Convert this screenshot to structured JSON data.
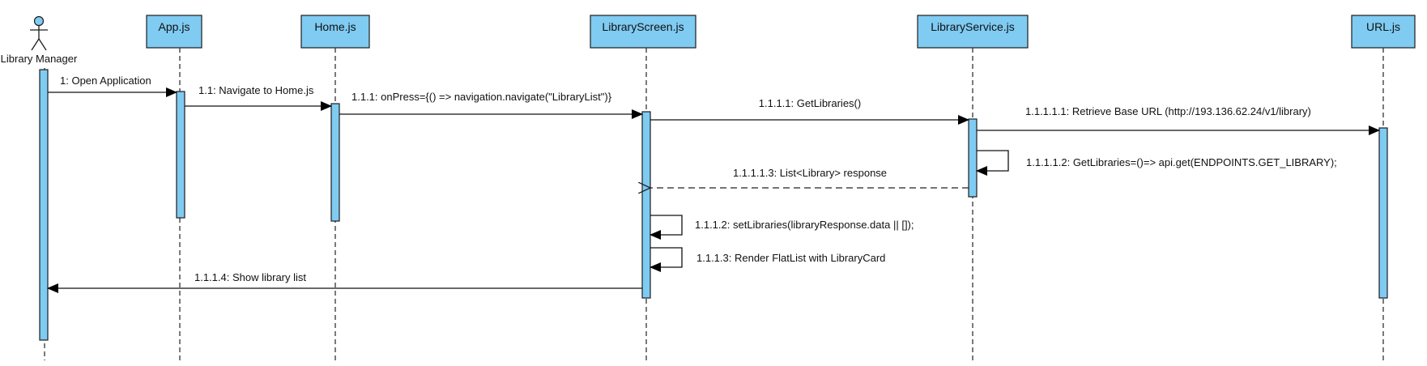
{
  "actor": {
    "name": "Library Manager",
    "icon": "stick-figure-icon"
  },
  "lifelines": [
    {
      "id": "app",
      "name": "App.js"
    },
    {
      "id": "home",
      "name": "Home.js"
    },
    {
      "id": "screen",
      "name": "LibraryScreen.js"
    },
    {
      "id": "service",
      "name": "LibraryService.js"
    },
    {
      "id": "url",
      "name": "URL.js"
    }
  ],
  "messages": [
    {
      "id": "m1",
      "from": "actor",
      "to": "app",
      "kind": "call",
      "label": "1: Open Application"
    },
    {
      "id": "m2",
      "from": "app",
      "to": "home",
      "kind": "call",
      "label": "1.1: Navigate to Home.js"
    },
    {
      "id": "m3",
      "from": "home",
      "to": "screen",
      "kind": "call",
      "label": "1.1.1: onPress={() => navigation.navigate(\"LibraryList\")}"
    },
    {
      "id": "m4",
      "from": "screen",
      "to": "service",
      "kind": "call",
      "label": "1.1.1.1: GetLibraries()"
    },
    {
      "id": "m5",
      "from": "service",
      "to": "url",
      "kind": "call",
      "label": "1.1.1.1.1: Retrieve Base URL (http://193.136.62.24/v1/library)"
    },
    {
      "id": "m6",
      "from": "service",
      "to": "service",
      "kind": "self",
      "label": "1.1.1.1.2: GetLibraries=()=> api.get(ENDPOINTS.GET_LIBRARY);"
    },
    {
      "id": "m7",
      "from": "service",
      "to": "screen",
      "kind": "return",
      "label": "1.1.1.1.3: List<Library> response"
    },
    {
      "id": "m8",
      "from": "screen",
      "to": "screen",
      "kind": "self",
      "label": "1.1.1.2: setLibraries(libraryResponse.data || []);"
    },
    {
      "id": "m9",
      "from": "screen",
      "to": "screen",
      "kind": "self",
      "label": "1.1.1.3: Render FlatList with LibraryCard"
    },
    {
      "id": "m10",
      "from": "screen",
      "to": "actor",
      "kind": "call",
      "label": "1.1.1.4: Show library list"
    }
  ],
  "colors": {
    "fill": "#7fcbf2",
    "stroke": "#1d1d1d"
  }
}
